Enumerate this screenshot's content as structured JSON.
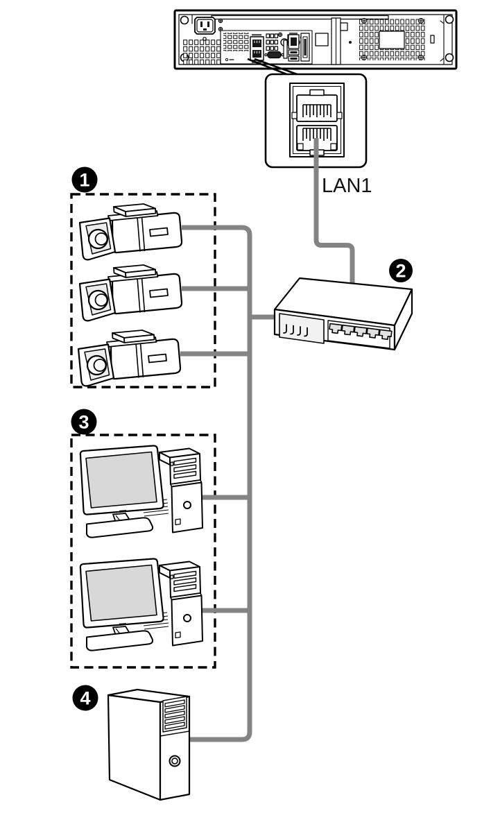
{
  "labels": {
    "lan_port": "LAN1"
  },
  "badges": {
    "cameras": "1",
    "hub": "2",
    "pcs": "3",
    "server": "4"
  },
  "colors": {
    "outline": "#000000",
    "cable": "#848484",
    "badge-bg": "#000000",
    "badge-text": "#ffffff",
    "screen": "#d8d8d8",
    "device-shade": "#ececec",
    "background": "#ffffff"
  }
}
